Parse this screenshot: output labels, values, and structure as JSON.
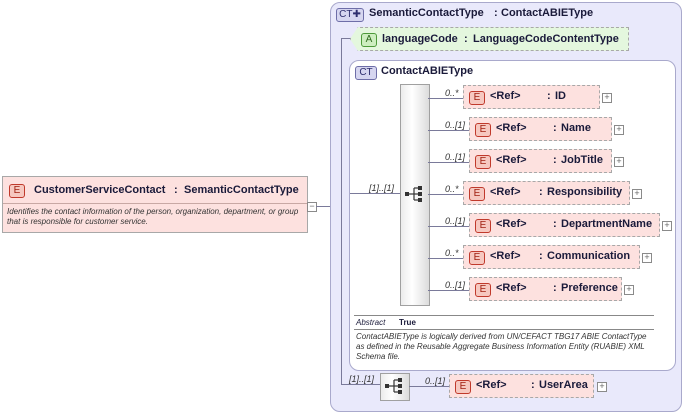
{
  "root": {
    "badge": "E",
    "name": "CustomerServiceContact",
    "type": "SemanticContactType",
    "description": "Identifies the contact information of the person, organization, department, or group that is responsible for customer service."
  },
  "complex_type": {
    "badge": "CT",
    "name": "SemanticContactType",
    "base_type": "ContactABIEType"
  },
  "attribute": {
    "badge": "A",
    "name": "languageCode",
    "type": "LanguageCodeContentType"
  },
  "inner_type": {
    "badge": "CT",
    "name": "ContactABIEType",
    "sequence_occurrence": "[1]..[1]",
    "elements": [
      {
        "occurrence": "0..*",
        "badge": "E",
        "ref": "<Ref>",
        "type": "ID"
      },
      {
        "occurrence": "0..[1]",
        "badge": "E",
        "ref": "<Ref>",
        "type": "Name"
      },
      {
        "occurrence": "0..[1]",
        "badge": "E",
        "ref": "<Ref>",
        "type": "JobTitle"
      },
      {
        "occurrence": "0..*",
        "badge": "E",
        "ref": "<Ref>",
        "type": "Responsibility"
      },
      {
        "occurrence": "0..[1]",
        "badge": "E",
        "ref": "<Ref>",
        "type": "DepartmentName"
      },
      {
        "occurrence": "0..*",
        "badge": "E",
        "ref": "<Ref>",
        "type": "Communication"
      },
      {
        "occurrence": "0..[1]",
        "badge": "E",
        "ref": "<Ref>",
        "type": "Preference"
      }
    ],
    "abstract_label": "Abstract",
    "abstract_value": "True",
    "documentation": "ContactABIEType is logically derived from UN/CEFACT TBG17 ABIE ContactType as defined in the Reusable Aggregate Business Information Entity (RUABIE) XML Schema file."
  },
  "extension_sequence": {
    "occurrence": "[1]..[1]",
    "element": {
      "occurrence": "0..[1]",
      "badge": "E",
      "ref": "<Ref>",
      "type": "UserArea"
    }
  },
  "colon": ":"
}
